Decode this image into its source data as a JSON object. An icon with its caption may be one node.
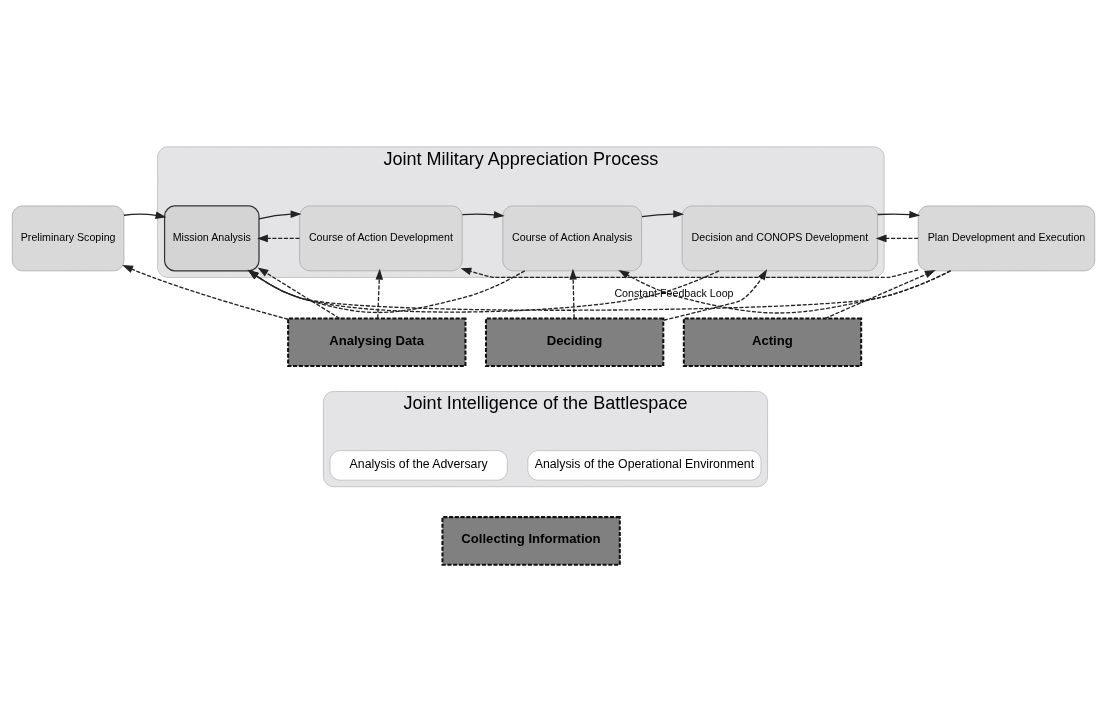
{
  "diagram": {
    "nodes": [
      {
        "text": [
          "Joint Military Appreciation Process"
        ]
      },
      {
        "text": [
          "Preliminary Scoping"
        ]
      },
      {
        "text": [
          "Mission Analysis"
        ],
        "in": 0
      },
      {
        "text": [
          "Course of Action Development"
        ],
        "in": 0
      },
      {
        "text": [
          "Course of Action Analysis"
        ],
        "in": 0
      },
      {
        "text": [
          "Decision and CONOPS Development"
        ],
        "in": 0
      },
      {
        "text": [
          "Plan Development and Execution"
        ]
      },
      {
        "text": [
          "Analysing Data"
        ]
      },
      {
        "text": [
          "Deciding"
        ]
      },
      {
        "text": [
          "Acting"
        ]
      },
      {
        "text": [
          "Joint Intelligence of the Battlespace"
        ]
      },
      {
        "text": [
          "Analysis of the Operational Environment"
        ],
        "in": 10
      },
      {
        "text": [
          "Analysis of the Adversary"
        ],
        "in": 10
      },
      {
        "text": [
          "Collecting Information"
        ]
      }
    ],
    "edges": [
      {
        "from": 1,
        "to": 2,
        "arrow": "to"
      },
      {
        "from": 2,
        "to": 3,
        "arrow": "to"
      },
      {
        "from": 3,
        "to": 4,
        "arrow": "to"
      },
      {
        "from": 4,
        "to": 5,
        "arrow": "to"
      },
      {
        "from": 5,
        "to": 6,
        "arrow": "to"
      },
      {
        "from": 6,
        "to": 5,
        "arrow": "to",
        "style": "dashed"
      },
      {
        "from": 6,
        "to": 4,
        "arrow": "to",
        "style": "dashed"
      },
      {
        "from": 6,
        "to": 3,
        "arrow": "to",
        "style": "dashed",
        "label": "Constant Feedback Loop"
      },
      {
        "from": 6,
        "to": 2,
        "arrow": "to",
        "style": "dashed"
      },
      {
        "from": 5,
        "to": 2,
        "arrow": "to",
        "style": "dashed"
      },
      {
        "from": 4,
        "to": 2,
        "arrow": "to",
        "style": "dashed"
      },
      {
        "from": 3,
        "to": 2,
        "arrow": "to",
        "style": "dashed"
      },
      {
        "from": 7,
        "to": 1,
        "arrow": "to",
        "style": "dashed"
      },
      {
        "from": 7,
        "to": 2,
        "arrow": "to",
        "style": "dashed"
      },
      {
        "from": 7,
        "to": 3,
        "arrow": "to",
        "style": "dashed"
      },
      {
        "from": 8,
        "to": 4,
        "arrow": "to",
        "style": "dashed"
      },
      {
        "from": 8,
        "to": 5,
        "arrow": "to",
        "style": "dashed"
      },
      {
        "from": 9,
        "to": 6,
        "arrow": "to",
        "style": "dashed"
      }
    ]
  }
}
